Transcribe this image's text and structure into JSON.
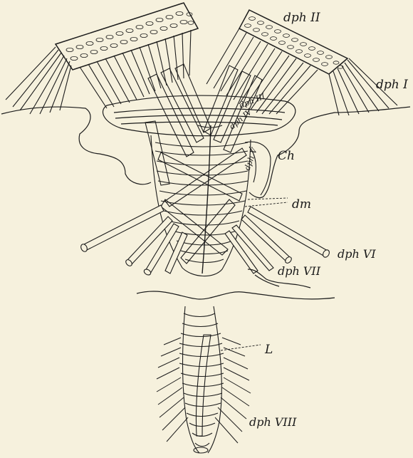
{
  "colors": {
    "paper": "#f6f1dd",
    "ink": "#1c1c1c"
  },
  "labels": {
    "dph_II": "dph II",
    "dph_I": "dph I",
    "dph_III": "dph III",
    "dph_IV": "dph IV",
    "dph_V": "dph V",
    "Ch": "Ch",
    "dm": "dm",
    "dph_VI": "dph VI",
    "dph_VII": "dph VII",
    "L": "L",
    "dph_VIII": "dph VIII"
  }
}
